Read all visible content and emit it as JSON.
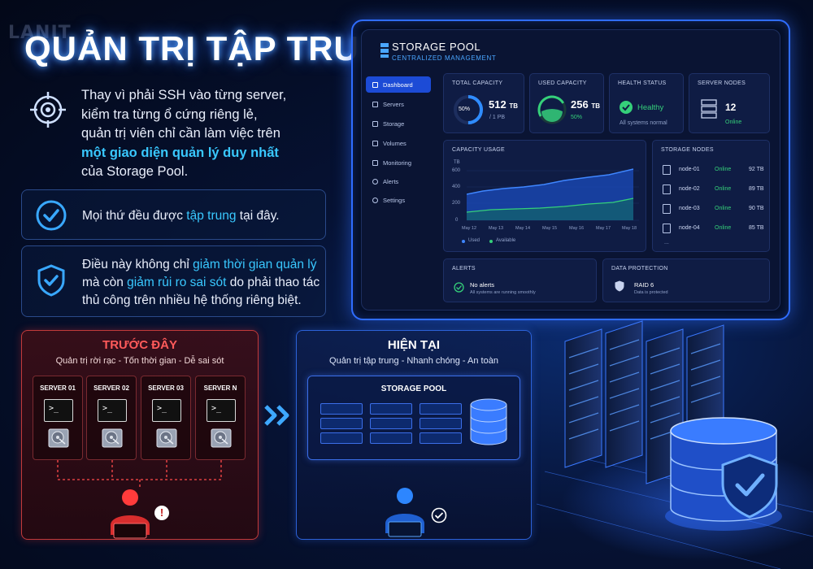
{
  "watermark": "LANIT",
  "title": "QUẢN TRỊ TẬP TRUNG",
  "intro": {
    "line1": "Thay vì phải SSH vào từng server,",
    "line2": "kiểm tra từng ổ cứng riêng lẻ,",
    "line3": "quản trị viên chỉ cần làm việc trên",
    "highlight": "một giao diện quản lý duy nhất",
    "line5": "của Storage Pool."
  },
  "card1": {
    "pre": "Mọi thứ đều được ",
    "hl": "tập trung",
    "post": " tại đây."
  },
  "card2": {
    "pre": "Điều này không chỉ ",
    "hl1": "giảm thời gian quản lý",
    "mid": "mà còn ",
    "hl2": "giảm rủi ro sai sót",
    "post": " do phải thao tác",
    "line3": "thủ công trên nhiều hệ thống riêng biệt."
  },
  "dashboard": {
    "title": "STORAGE POOL",
    "subtitle": "CENTRALIZED MANAGEMENT",
    "sidebar": [
      "Dashboard",
      "Servers",
      "Storage",
      "Volumes",
      "Monitoring",
      "Alerts",
      "Settings"
    ],
    "total": {
      "label": "TOTAL CAPACITY",
      "pct": "50%",
      "value": "512",
      "unit": "TB",
      "sub": "/ 1 PB",
      "fraction": 0.5
    },
    "used": {
      "label": "USED CAPACITY",
      "value": "256",
      "unit": "TB",
      "pct": "50%",
      "fraction": 0.5
    },
    "health": {
      "label": "HEALTH STATUS",
      "value": "Healthy",
      "sub": "All systems normal"
    },
    "nodes_card": {
      "label": "SERVER NODES",
      "value": "12",
      "sub": "Online"
    },
    "usage": {
      "label": "CAPACITY USAGE",
      "unit": "TB",
      "y_ticks": [
        "600",
        "400",
        "200",
        "0"
      ],
      "x_ticks": [
        "May 12",
        "May 13",
        "May 14",
        "May 15",
        "May 16",
        "May 17",
        "May 18"
      ],
      "legend_used": "Used",
      "legend_available": "Available"
    },
    "storage_nodes": {
      "label": "STORAGE NODES",
      "rows": [
        {
          "name": "node-01",
          "status": "Online",
          "size": "92 TB"
        },
        {
          "name": "node-02",
          "status": "Online",
          "size": "89 TB"
        },
        {
          "name": "node-03",
          "status": "Online",
          "size": "90 TB"
        },
        {
          "name": "node-04",
          "status": "Online",
          "size": "85 TB"
        }
      ],
      "more": "..."
    },
    "alerts": {
      "label": "ALERTS",
      "value": "No alerts",
      "sub": "All systems are running smoothly"
    },
    "protection": {
      "label": "DATA PROTECTION",
      "value": "RAID 6",
      "sub": "Data is protected"
    }
  },
  "before": {
    "title": "TRƯỚC ĐÂY",
    "subtitle": "Quản trị rời rạc - Tốn thời gian - Dễ sai sót",
    "servers": [
      "SERVER 01",
      "SERVER 02",
      "SERVER 03",
      "SERVER N"
    ],
    "prompt": ">_",
    "warning": "!"
  },
  "now": {
    "title": "HIỆN TẠI",
    "subtitle": "Quản trị tập trung - Nhanh chóng - An toàn",
    "pool": "STORAGE POOL"
  },
  "colors": {
    "accent": "#39c8ff",
    "danger": "#c23a3a",
    "ok": "#35d07a",
    "brand": "#2f6dff"
  }
}
